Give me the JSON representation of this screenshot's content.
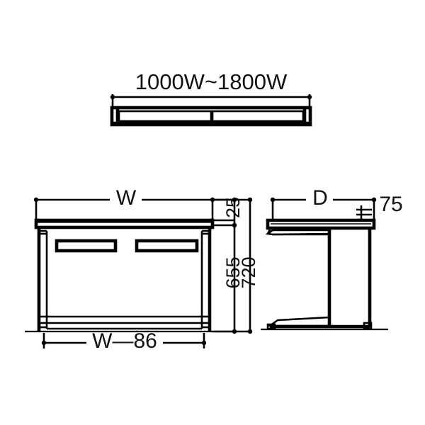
{
  "drawing": {
    "title": "Desk dimension drawing",
    "units": "mm",
    "views": [
      {
        "name": "top-view",
        "label": ""
      },
      {
        "name": "front-view",
        "label": ""
      },
      {
        "name": "side-view",
        "label": ""
      }
    ],
    "labels": {
      "width_range": "1000W~1800W",
      "width": "W",
      "depth": "D",
      "top_thickness": "25",
      "apron_offset": "75",
      "clearance_height": "655",
      "overall_height": "720",
      "leg_span": "W—86"
    },
    "colors": {
      "line": "#000000",
      "background": "#ffffff",
      "text": "#111111"
    }
  },
  "chart_data": {
    "type": "table",
    "title": "Desk dimensions",
    "categories": [
      "width_range",
      "width",
      "depth",
      "top_thickness",
      "apron_offset",
      "clearance_height",
      "overall_height",
      "leg_span"
    ],
    "values": [
      "1000W~1800W",
      "W",
      "D",
      "25",
      "75",
      "655",
      "720",
      "W—86"
    ]
  }
}
